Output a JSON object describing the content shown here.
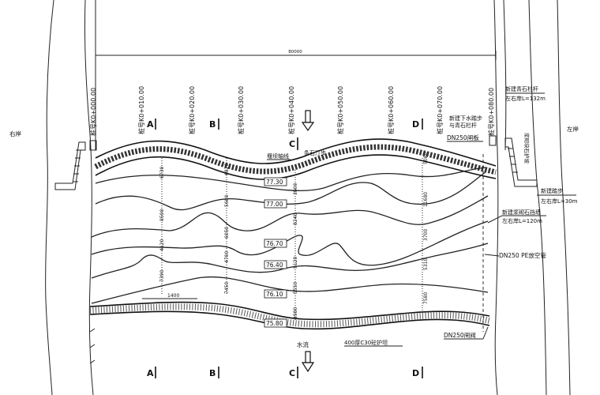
{
  "banks": {
    "right": "右岸",
    "left": "左岸"
  },
  "overall_dimension": "80000",
  "stations": [
    "桩号K0+000.00",
    "桩号K0+010.00",
    "桩号K0+020.00",
    "桩号K0+030.00",
    "桩号K0+040.00",
    "桩号K0+050.00",
    "桩号K0+060.00",
    "桩号K0+070.00",
    "桩号K0+080.00"
  ],
  "section_marks": [
    "A",
    "B",
    "C",
    "D"
  ],
  "elevations": [
    "77.30",
    "77.00",
    "76.70",
    "76.40",
    "76.10",
    "75.80"
  ],
  "dimensions": {
    "col_10": [
      "6730",
      "8590",
      "4120",
      "7390"
    ],
    "col_20": [
      "6820",
      "5680",
      "6050",
      "4700",
      "7450"
    ],
    "col_40": [
      "3500",
      "8240",
      "5120",
      "5550",
      "3980"
    ],
    "col_70": [
      "5080",
      "11680",
      "3700",
      "5310",
      "7580"
    ],
    "bottom_offset": "1400"
  },
  "annotations": {
    "weir_axis": "堰坝轴线",
    "stepping_stones": "条石汀步",
    "dn250_valve_top": "DN250闸板",
    "new_stone_railing": "新建青石栏杆",
    "railing_length": "左右岸L=132m",
    "new_stairs_railing_1": "新建下水踏步",
    "new_stairs_railing_2": "与青石栏杆",
    "new_stairs": "新建踏步",
    "stairs_length": "左右岸L=30m",
    "retaining_wall": "新建浆砌石挡墙",
    "wall_length": "左右岸L=120m",
    "pe_pipe": "DN250 PE放空管",
    "gate_valve": "DN250闸阀",
    "apron": "400厚C30砼护坦",
    "flow": "水流",
    "embankment_note": "浆砌块石护坡"
  }
}
